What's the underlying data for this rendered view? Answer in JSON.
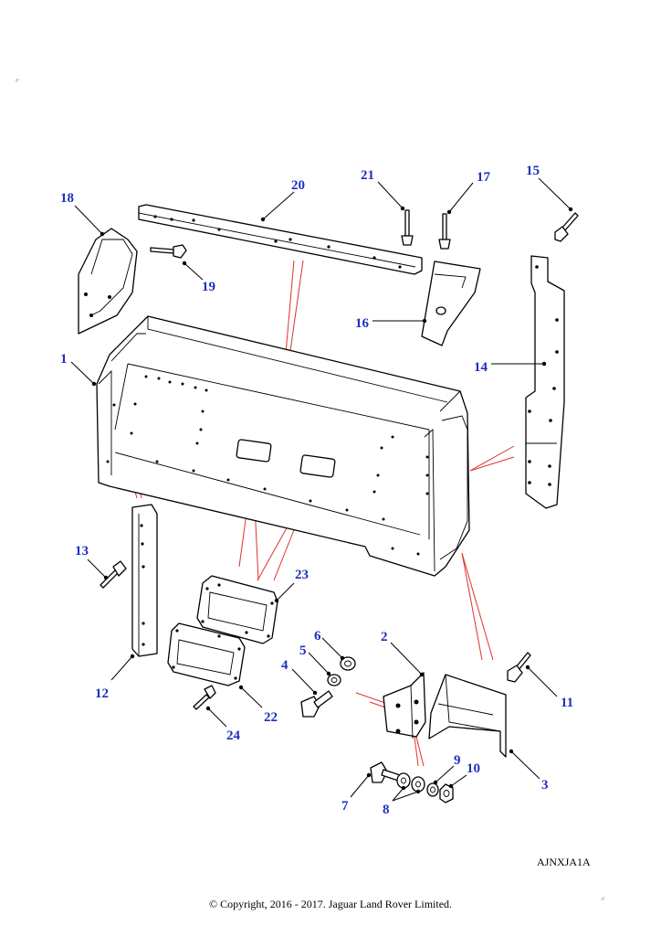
{
  "diagram": {
    "callouts": [
      "1",
      "2",
      "3",
      "4",
      "5",
      "6",
      "7",
      "8",
      "9",
      "10",
      "11",
      "12",
      "13",
      "14",
      "15",
      "16",
      "17",
      "18",
      "19",
      "20",
      "21",
      "22",
      "23",
      "24"
    ],
    "reference_code": "AJNXJA1A",
    "copyright": "© Copyright, 2016 - 2017. Jaguar Land Rover Limited.",
    "colors": {
      "callout": "#1f2fbf",
      "leader": "#000000",
      "assembly_line": "#e0302a"
    }
  }
}
